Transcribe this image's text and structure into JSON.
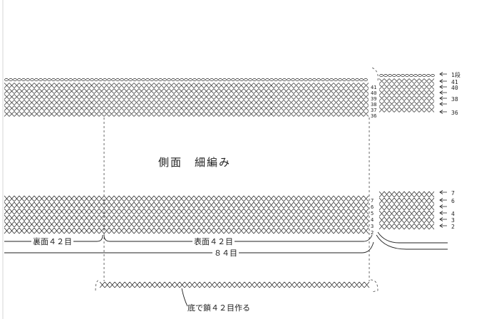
{
  "diagram": {
    "title": "側面　細編み",
    "labels": {
      "back_42": "裏面４２目",
      "front_42": "表面４２目",
      "total_84": "８４目",
      "chain_start": "底で鎖４２目作る"
    },
    "top_block": {
      "right_labels": [
        "1段",
        "41",
        "40",
        "",
        "38",
        "",
        "36"
      ],
      "inner_labels": [
        "41",
        "40",
        "39",
        "38",
        "37",
        "36"
      ]
    },
    "bottom_block": {
      "right_labels": [
        "7",
        "6",
        "",
        "4",
        "3",
        "2"
      ],
      "inner_labels": [
        "7",
        "6",
        "5",
        "4",
        "3",
        "2"
      ]
    },
    "colors": {
      "ink": "#222222",
      "dash": "#444444"
    }
  }
}
